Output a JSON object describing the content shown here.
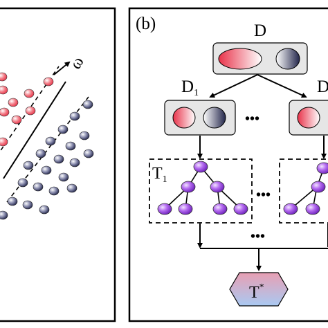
{
  "panel_b": {
    "label": "(b)",
    "dataset": "D",
    "subset_first": {
      "name": "D",
      "sub": "1"
    },
    "subset_last": {
      "name": "D",
      "sub": ""
    },
    "tree_first": {
      "name": "T",
      "sub": "1"
    },
    "ellipsis": "•••",
    "result": {
      "name": "T",
      "sup": "*"
    }
  },
  "panel_a": {
    "axis_symbol": "ω"
  },
  "colors": {
    "red_point": "#e8334a",
    "blue_point": "#2c2f55",
    "node_purple": "#8a2be2",
    "box_bg": "#e6e6e6",
    "hex_top": "#e6a0b4",
    "hex_bottom": "#a8c8f0"
  }
}
